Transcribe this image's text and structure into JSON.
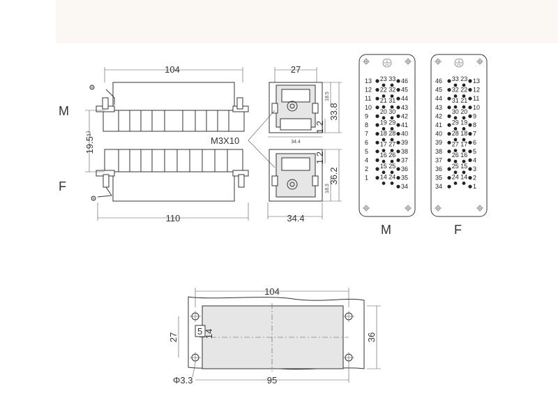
{
  "header": {
    "banner_color": "#fbf8f3"
  },
  "labels": {
    "male": "M",
    "female": "F",
    "screw": "M3X10"
  },
  "side_view": {
    "top_width": "104",
    "bottom_width": "110",
    "gap": "19.5¹⁾"
  },
  "end_view": {
    "width_top": "27",
    "width_mid": "34.4",
    "width_bottom": "34.4",
    "m_small": "18.5",
    "m_height": "33.8",
    "m_offset": "1.2",
    "f_offset": "1.2",
    "f_height": "36.2",
    "f_small": "18.3"
  },
  "panel_cutout": {
    "width": "104",
    "hole_spacing": "95",
    "height": "36",
    "inner_height": "27",
    "small_5": "5",
    "small_14": "14",
    "hole_diameter": "Φ3.3"
  },
  "pin_faces": {
    "male": {
      "left": [
        "13",
        "12",
        "11",
        "10",
        "9",
        "8",
        "7",
        "6",
        "5",
        "4",
        "2",
        "1"
      ],
      "right": [
        "46",
        "45",
        "44",
        "43",
        "42",
        "41",
        "40",
        "39",
        "38",
        "37",
        "36",
        "35",
        "34"
      ],
      "center": [
        [
          "23",
          "33"
        ],
        [
          "22",
          "32"
        ],
        [
          "21",
          "31"
        ],
        [
          "20",
          "30"
        ],
        [
          "19",
          "29"
        ],
        [
          "18",
          "28"
        ],
        [
          "17",
          "27"
        ],
        [
          "16",
          "26"
        ],
        [
          "15",
          "25"
        ],
        [
          "14",
          "24"
        ]
      ]
    },
    "female": {
      "left": [
        "46",
        "45",
        "44",
        "43",
        "42",
        "41",
        "40",
        "39",
        "38",
        "37",
        "36",
        "35",
        "34"
      ],
      "right": [
        "13",
        "12",
        "11",
        "10",
        "9",
        "8",
        "7",
        "6",
        "5",
        "4",
        "3",
        "2",
        "1"
      ],
      "center": [
        [
          "33",
          "23"
        ],
        [
          "32",
          "22"
        ],
        [
          "31",
          "21"
        ],
        [
          "30",
          "20"
        ],
        [
          "29",
          "19"
        ],
        [
          "28",
          "18"
        ],
        [
          "27",
          "17"
        ],
        [
          "26",
          "16"
        ],
        [
          "25",
          "15"
        ],
        [
          "24",
          "14"
        ]
      ]
    }
  }
}
